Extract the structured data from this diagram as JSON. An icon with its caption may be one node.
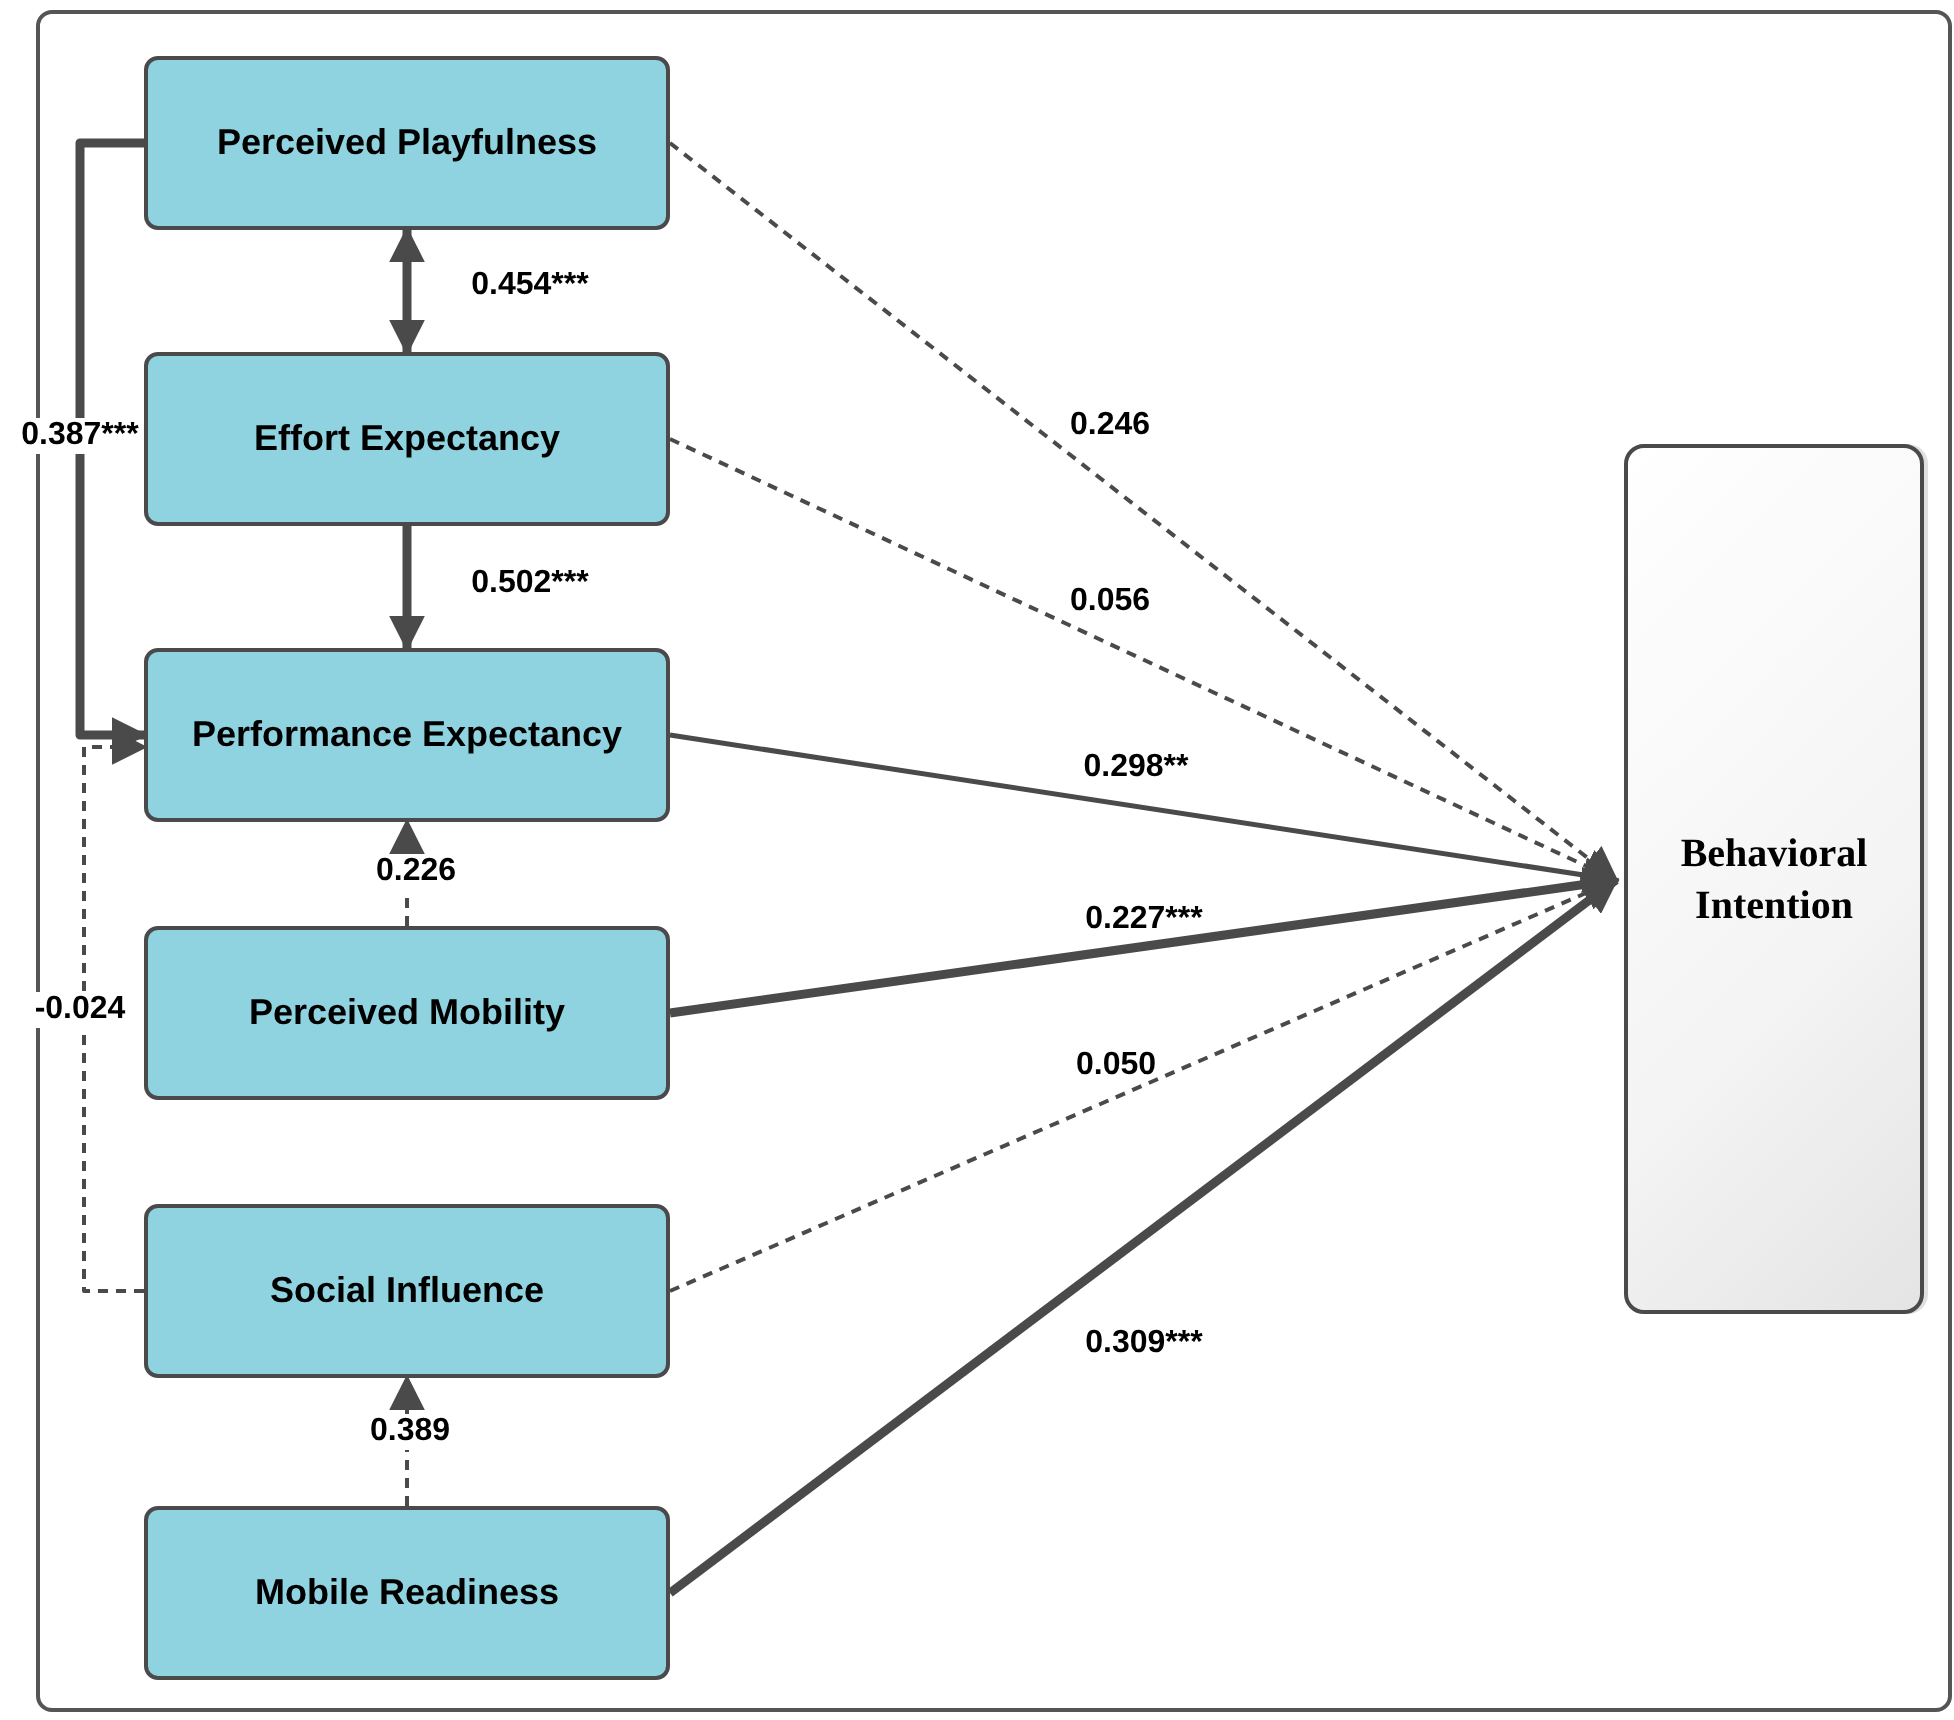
{
  "diagram": {
    "nodes": [
      {
        "text": [
          "Perceived Playfulness"
        ]
      },
      {
        "text": [
          "Effort Expectancy"
        ]
      },
      {
        "text": [
          "Performance Expectancy"
        ]
      },
      {
        "text": [
          "Perceived Mobility"
        ]
      },
      {
        "text": [
          "Social Influence"
        ]
      },
      {
        "text": [
          "Mobile Readiness"
        ]
      },
      {
        "text": [
          "Behavioral Intention"
        ]
      }
    ],
    "edges": [
      {
        "from": 0,
        "to": 1,
        "arrow": "both",
        "label": "0.454***",
        "style": "thick"
      },
      {
        "from": 1,
        "to": 2,
        "arrow": "to",
        "label": "0.502***",
        "style": "thick"
      },
      {
        "from": 0,
        "to": 2,
        "arrow": "to",
        "label": "0.387***",
        "style": "thick"
      },
      {
        "from": 3,
        "to": 2,
        "arrow": "to",
        "label": "0.226",
        "style": "dashed"
      },
      {
        "from": 4,
        "to": 2,
        "arrow": "to",
        "label": "-0.024",
        "style": "dashed"
      },
      {
        "from": 5,
        "to": 4,
        "arrow": "to",
        "label": "0.389",
        "style": "dashed"
      },
      {
        "from": 0,
        "to": 6,
        "arrow": "to",
        "label": "0.246",
        "style": "dashed"
      },
      {
        "from": 1,
        "to": 6,
        "arrow": "to",
        "label": "0.056",
        "style": "dashed"
      },
      {
        "from": 2,
        "to": 6,
        "arrow": "to",
        "label": "0.298**"
      },
      {
        "from": 3,
        "to": 6,
        "arrow": "to",
        "label": "0.227***",
        "style": "thick"
      },
      {
        "from": 4,
        "to": 6,
        "arrow": "to",
        "label": "0.050",
        "style": "dashed"
      },
      {
        "from": 5,
        "to": 6,
        "arrow": "to",
        "label": "0.309***",
        "style": "thick"
      }
    ]
  }
}
